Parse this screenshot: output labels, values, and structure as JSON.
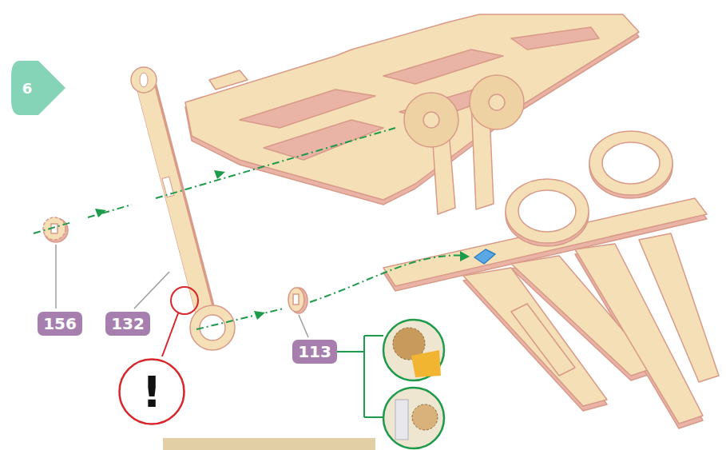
{
  "diagram": {
    "nodes": [
      {
        "text": [
          "6"
        ]
      },
      {
        "text": [
          "156"
        ]
      },
      {
        "text": [
          "132"
        ]
      },
      {
        "text": [
          "113"
        ]
      },
      {
        "text": [
          "!"
        ]
      }
    ],
    "edges": []
  }
}
